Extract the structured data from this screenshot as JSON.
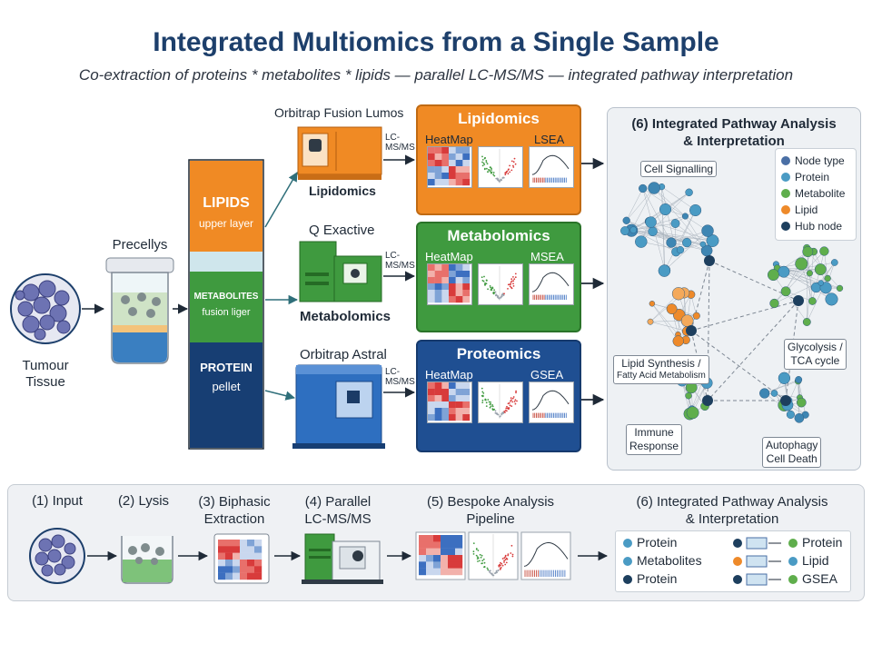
{
  "header": {
    "title": "Integrated Multiomics from a Single Sample",
    "subtitle": "Co-extraction of proteins * metabolites * lipids — parallel LC-MS/MS — integrated pathway interpretation"
  },
  "input": {
    "label_line1": "Tumour",
    "label_line2": "Tissue"
  },
  "lysis": {
    "label": "Precellys"
  },
  "layers": {
    "lipids": {
      "name": "LIPIDS",
      "sub": "upper layer"
    },
    "metabolites": {
      "name": "METABOLITES",
      "sub": "fusion liger"
    },
    "protein": {
      "name": "PROTEIN",
      "sub": "pellet"
    }
  },
  "instruments": [
    {
      "name": "Orbitrap Fusion Lumos",
      "caption": "Lipidomics",
      "lcms": "LC-\nMS/MS"
    },
    {
      "name": "Q Exactive",
      "caption": "Metabolomics",
      "lcms": "LC-\nMS/MS"
    },
    {
      "name": "Orbitrap Astral",
      "caption": "",
      "lcms": "LC-\nMS/MS"
    }
  ],
  "panels": [
    {
      "title": "Lipidomics",
      "heatmap": "HeatMap",
      "enrich": "LSEA",
      "color": "#f08a24"
    },
    {
      "title": "Metabolomics",
      "heatmap": "HeatMap",
      "enrich": "MSEA",
      "color": "#3f9a3f"
    },
    {
      "title": "Proteomics",
      "heatmap": "HeatMap",
      "enrich": "GSEA",
      "color": "#1f4f92"
    }
  ],
  "integration": {
    "title_line1": "(6) Integrated Pathway Analysis",
    "title_line2": "& Interpretation",
    "legend": [
      {
        "label": "Node type",
        "color": "#4a6fa5"
      },
      {
        "label": "Protein",
        "color": "#4a9bc4"
      },
      {
        "label": "Metabolite",
        "color": "#5fae4c"
      },
      {
        "label": "Lipid",
        "color": "#ee8a2a"
      },
      {
        "label": "Hub node",
        "color": "#1d3f5e"
      }
    ],
    "modules": {
      "cell_signalling": "Cell Signalling",
      "lipid_line1": "Lipid Synthesis /",
      "lipid_line2": "Fatty Acid Metabolism",
      "glyco_line1": "Glycolysis /",
      "glyco_line2": "TCA cycle",
      "immune_line1": "Immune",
      "immune_line2": "Response",
      "autophagy_line1": "Autophagy",
      "autophagy_line2": "Cell Death"
    }
  },
  "steps": {
    "s1": "(1) Input",
    "s2": "(2) Lysis",
    "s3_line1": "(3) Biphasic",
    "s3_line2": "Extraction",
    "s4_line1": "(4) Parallel",
    "s4_line2": "LC-MS/MS",
    "s5_line1": "(5) Bespoke Analysis",
    "s5_line2": "Pipeline",
    "s6_line1": "(6) Integrated Pathway Analysis",
    "s6_line2": "& Interpretation"
  },
  "bottom_legend": {
    "left": [
      "Protein",
      "Metabolites",
      "Protein"
    ],
    "right": [
      "Protein",
      "Lipid",
      "GSEA"
    ]
  }
}
